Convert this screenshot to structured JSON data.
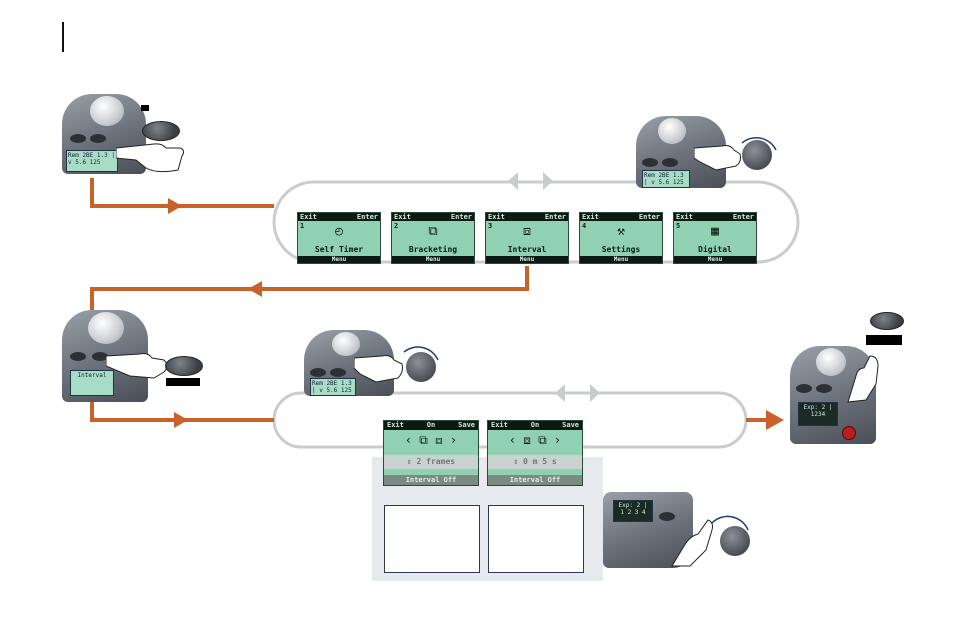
{
  "colors": {
    "flow_arrow": "#c8612a",
    "loop": "#c9cdd2",
    "lcd": "#8fd1b0",
    "lcd_dark": "#0d1a14"
  },
  "menu_screens": [
    {
      "number": "1",
      "exit": "Exit",
      "enter": "Enter",
      "icon": "timer-icon",
      "glyph": "◴",
      "label": "Self Timer",
      "footer": "Menu"
    },
    {
      "number": "2",
      "exit": "Exit",
      "enter": "Enter",
      "icon": "bracketing-icon",
      "glyph": "⧉",
      "label": "Bracketing",
      "footer": "Menu"
    },
    {
      "number": "3",
      "exit": "Exit",
      "enter": "Enter",
      "icon": "interval-icon",
      "glyph": "⧈",
      "label": "Interval",
      "footer": "Menu"
    },
    {
      "number": "4",
      "exit": "Exit",
      "enter": "Enter",
      "icon": "settings-icon",
      "glyph": "⚒",
      "label": "Settings",
      "footer": "Menu"
    },
    {
      "number": "5",
      "exit": "Exit",
      "enter": "Enter",
      "icon": "digital-icon",
      "glyph": "▦",
      "label": "Digital",
      "footer": "Menu"
    }
  ],
  "interval_screens": [
    {
      "exit": "Exit",
      "on": "On",
      "save": "Save",
      "selector": "‹ ⧉ ⧈ ›",
      "value": "⇕ 2 frames",
      "status": "Interval Off"
    },
    {
      "exit": "Exit",
      "on": "On",
      "save": "Save",
      "selector": "‹ ⧈ ⧉ ›",
      "value": "⇕ 0 m 5 s",
      "status": "Interval Off"
    }
  ],
  "camera_screens": {
    "cam1": "Rem 2BE 1.3 | v 5.6  125",
    "cam2": "Rem 2BE 1.3 | v 5.6  125",
    "cam3": "Interval",
    "cam4": "Rem 2BE 1.3 | v 5.6  125",
    "cam5": "Exp: 2 | 1234",
    "cam6": "Exp: 2 | 1 2 3 4"
  }
}
